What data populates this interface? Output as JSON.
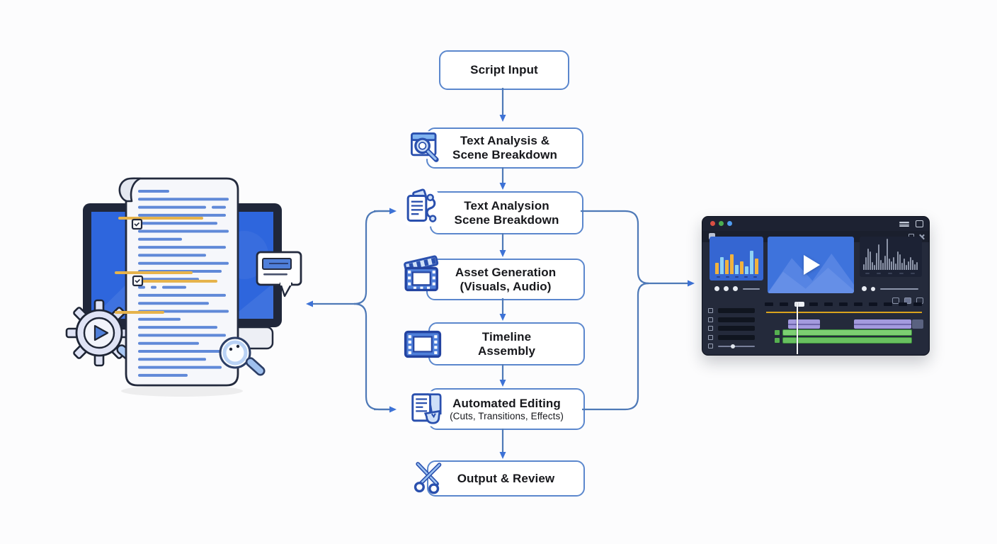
{
  "flowchart": {
    "steps": [
      {
        "id": "script-input",
        "line1": "Script Input",
        "line2": "",
        "icon": "none"
      },
      {
        "id": "text-analysis",
        "line1": "Text Analysis &",
        "line2": "Scene Breakdown",
        "icon": "search-window-icon"
      },
      {
        "id": "text-analysion",
        "line1": "Text Analysion",
        "line2": "Scene Breakdown",
        "icon": "script-notes-icon"
      },
      {
        "id": "asset-generation",
        "line1": "Asset Generation",
        "line2": "(Visuals, Audio)",
        "icon": "clapperboard-icon"
      },
      {
        "id": "timeline-assembly",
        "line1": "Timeline",
        "line2": "Assembly",
        "icon": "filmstrip-icon"
      },
      {
        "id": "automated-editing",
        "line1": "Automated Editing",
        "line2": "(Cuts, Transitions, Effects)",
        "icon": "document-edit-icon"
      },
      {
        "id": "output-review",
        "line1": "Output & Review",
        "line2": "",
        "icon": "scissors-icon"
      }
    ],
    "box_border_color": "#5b87cd",
    "arrow_line_color": "#4e79b7",
    "arrow_head_color": "#3d72d6"
  },
  "left_illustration": {
    "elements": [
      "script-scroll-document",
      "monitor",
      "gear-play-icon",
      "magnifier-icon",
      "speech-bubble"
    ],
    "text_line_color": "#6089d8",
    "highlight_color": "#e6b34c",
    "screen_color": "#2e66dd"
  },
  "editor_window": {
    "traffic_light_colors": [
      "#d94f43",
      "#4cae50",
      "#4f9cf0"
    ],
    "titlebar_icons": [
      "menu-icon",
      "expand-icon"
    ],
    "window_buttons": [
      "minimize-button",
      "restore-button",
      "close-button"
    ],
    "panels": [
      "clip-stats-panel",
      "video-preview-panel",
      "waveform-panel"
    ],
    "toolbar_icon_count": 3,
    "timeline": {
      "track_count": 5,
      "ruler_tick_count": 11,
      "playhead_tick_index": 2,
      "ruler_line_color": "#d9a31d",
      "clip_colors": {
        "purple": "#a39ade",
        "green": "#7ccf72",
        "gray": "#5a6280"
      }
    }
  }
}
